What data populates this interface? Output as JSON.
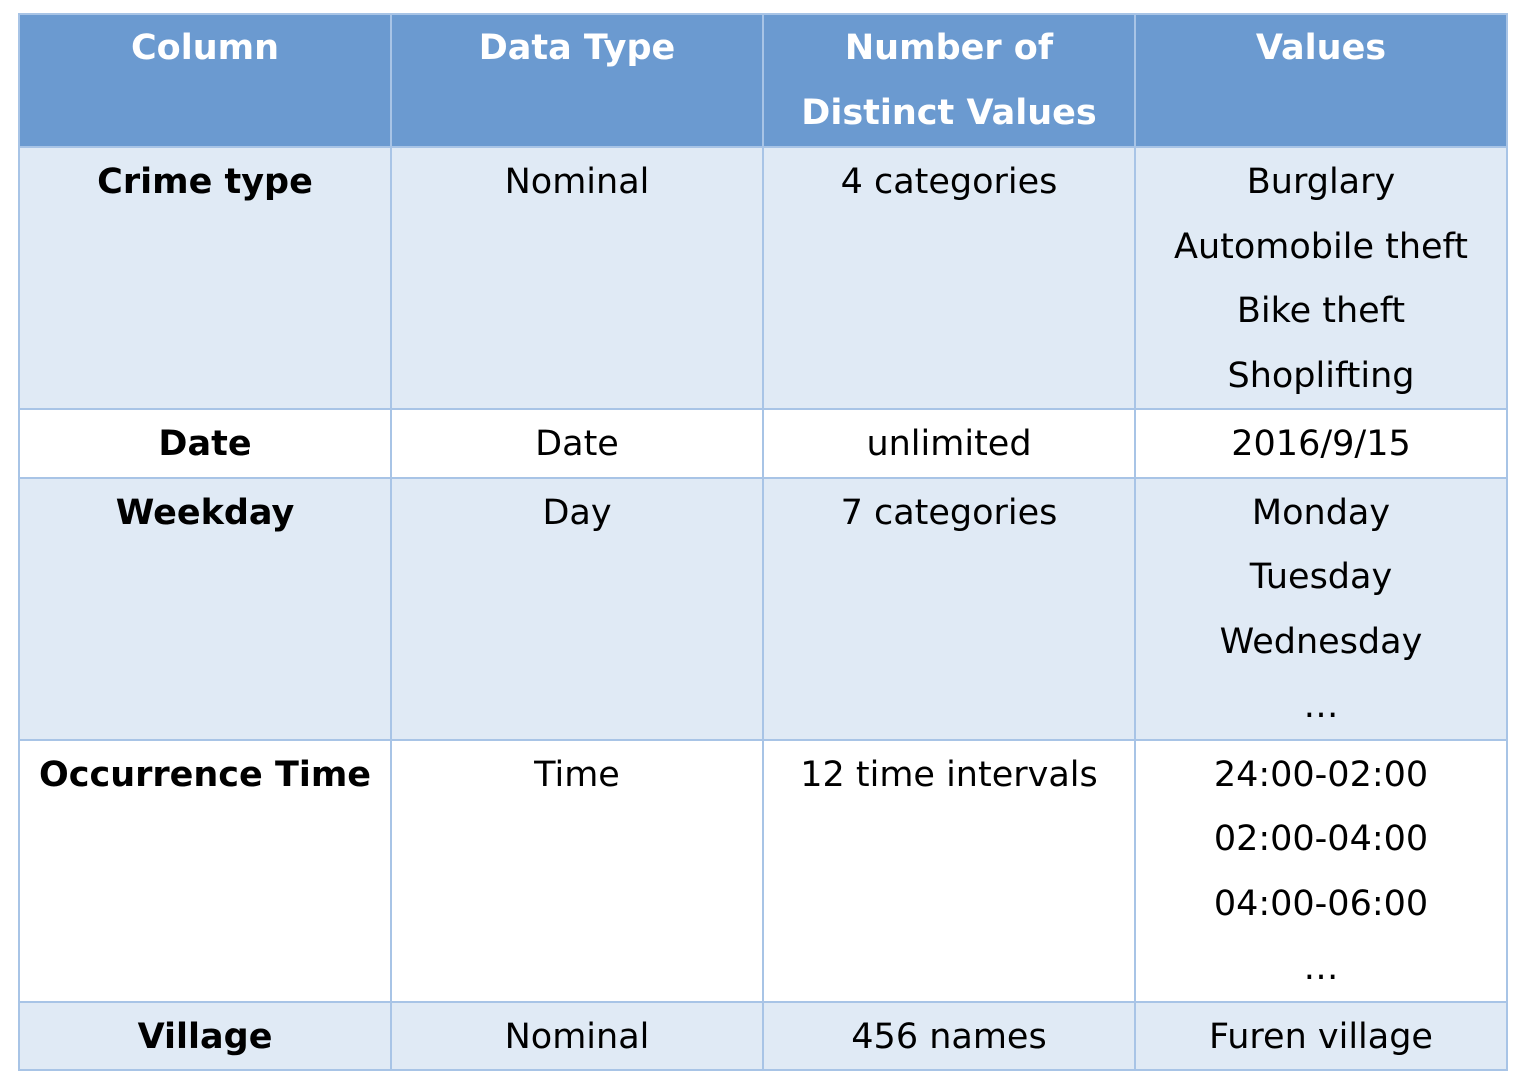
{
  "table": {
    "headers": [
      [
        "Column"
      ],
      [
        "Data Type"
      ],
      [
        "Number of",
        "Distinct Values"
      ],
      [
        "Values"
      ]
    ],
    "rows": [
      {
        "column": "Crime type",
        "data_type": "Nominal",
        "distinct": "4 categories",
        "values": [
          "Burglary",
          "Automobile theft",
          "Bike theft",
          "Shoplifting"
        ]
      },
      {
        "column": "Date",
        "data_type": "Date",
        "distinct": "unlimited",
        "values": [
          "2016/9/15"
        ]
      },
      {
        "column": "Weekday",
        "data_type": "Day",
        "distinct": "7 categories",
        "values": [
          "Monday",
          "Tuesday",
          "Wednesday",
          "…"
        ]
      },
      {
        "column": "Occurrence Time",
        "data_type": "Time",
        "distinct": "12 time intervals",
        "values": [
          "24:00-02:00",
          "02:00-04:00",
          "04:00-06:00",
          "…"
        ]
      },
      {
        "column": "Village",
        "data_type": "Nominal",
        "distinct": "456 names",
        "values": [
          "Furen village"
        ]
      }
    ]
  },
  "colors": {
    "header_bg": "#6b9ad0",
    "shaded_row_bg": "#e0eaf5",
    "border": "#a8c4e6"
  }
}
